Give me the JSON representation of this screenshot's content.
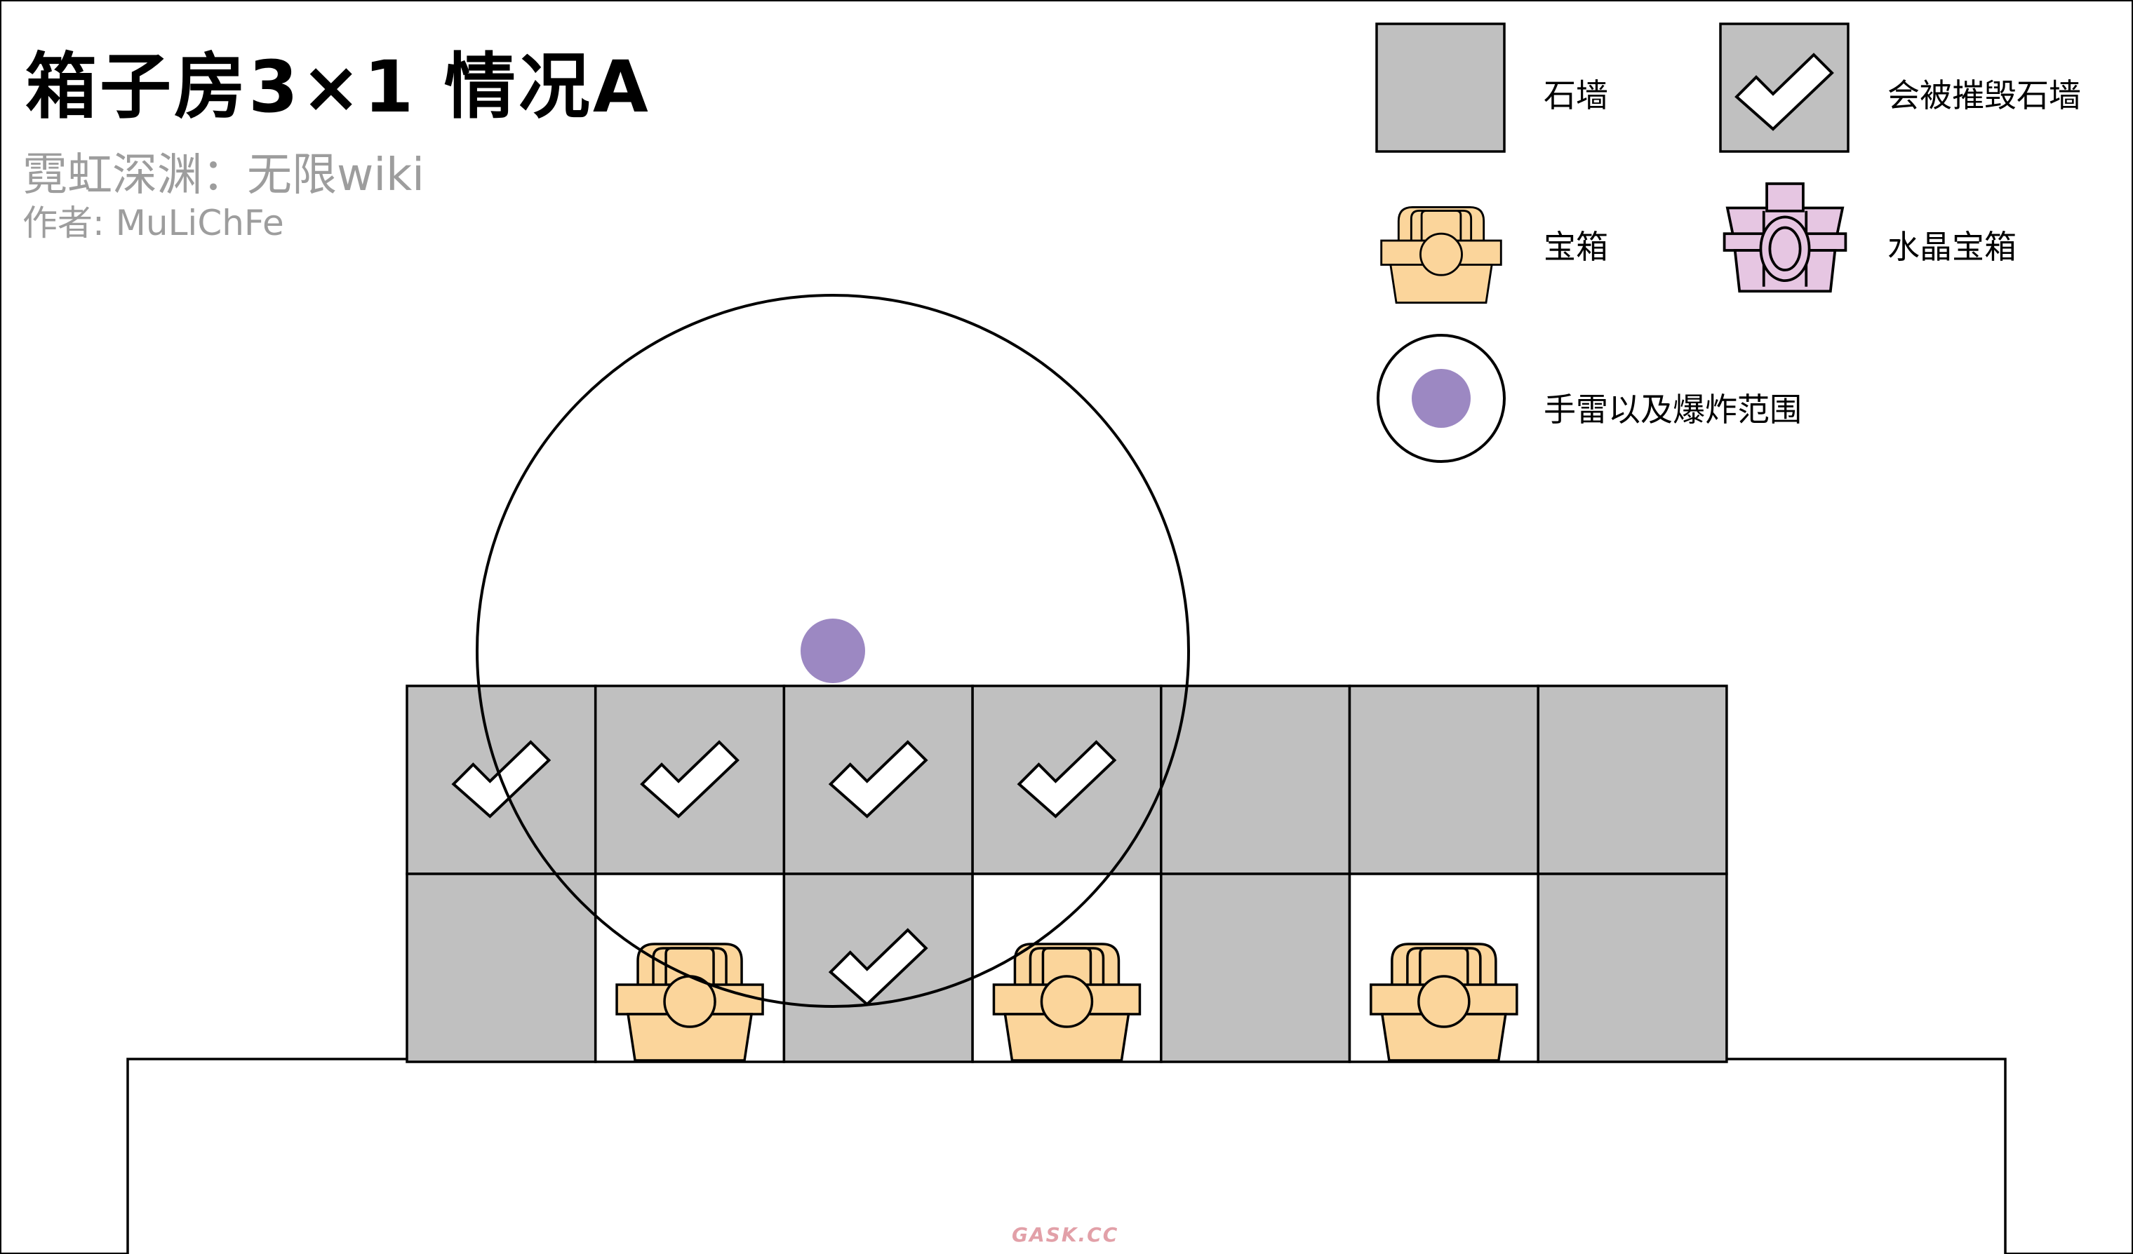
{
  "header": {
    "title": "箱子房3×1 情况A",
    "subtitle": "霓虹深渊：无限wiki",
    "author": "作者: MuLiChFe"
  },
  "legend": {
    "stone_wall": "石墙",
    "destructible_wall": "会被摧毁石墙",
    "chest": "宝箱",
    "crystal_chest": "水晶宝箱",
    "grenade": "手雷以及爆炸范围"
  },
  "colors": {
    "wall": "#c0c0c0",
    "chest_fill": "#fbd59b",
    "crystal_fill": "#e6c6e2",
    "grenade": "#9c88c2",
    "watermark": "#e2a0a8"
  },
  "room": {
    "columns": 7,
    "rows": 2,
    "cells": [
      [
        "destructible_wall",
        "destructible_wall",
        "destructible_wall",
        "destructible_wall",
        "stone_wall",
        "stone_wall",
        "stone_wall"
      ],
      [
        "stone_wall",
        "chest",
        "destructible_wall",
        "chest",
        "stone_wall",
        "chest",
        "stone_wall"
      ]
    ],
    "grenade_column": 2
  },
  "watermark": "GASK.CC"
}
